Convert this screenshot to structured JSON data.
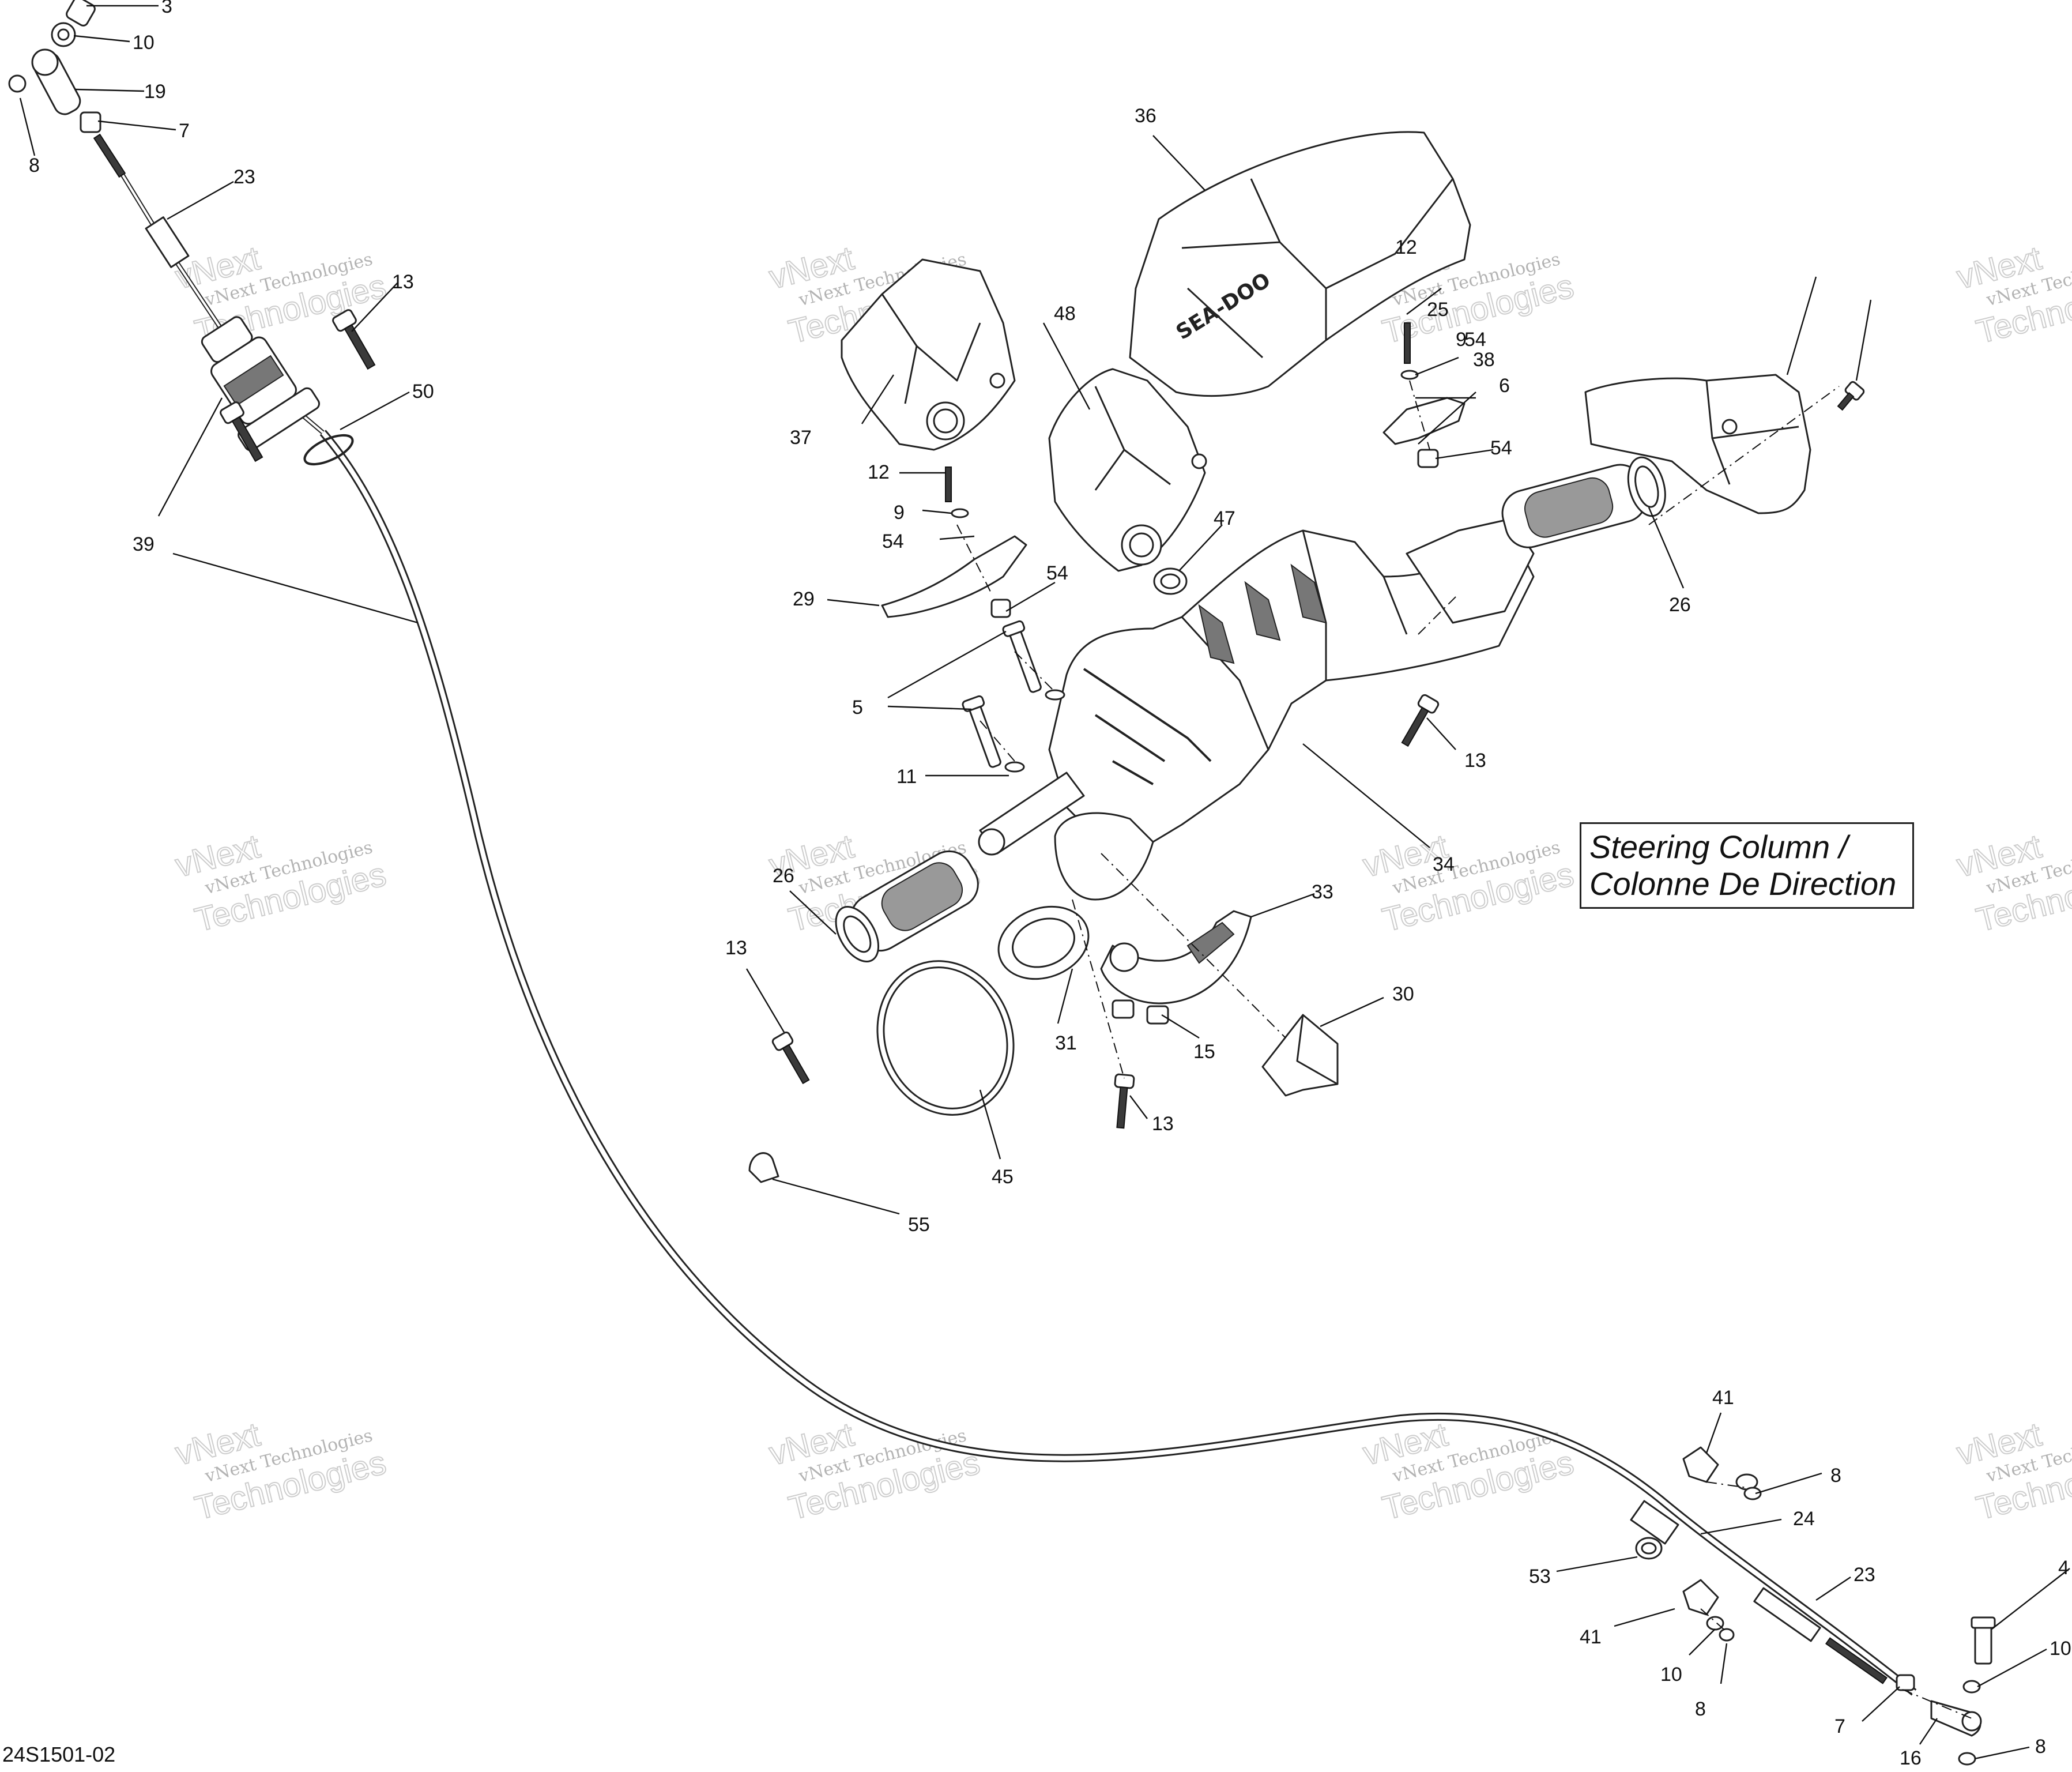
{
  "title": {
    "line1": "Steering Column /",
    "line2": "Colonne De Direction"
  },
  "doc_code": "24S1501-02",
  "watermarks": [
    {
      "small": "vNext Technologies",
      "big": "Technologies",
      "top": "vNext"
    }
  ],
  "brand_mark": "SEA-DOO",
  "callouts": [
    "3",
    "10",
    "19",
    "7",
    "8",
    "23",
    "13",
    "50",
    "39",
    "36",
    "37",
    "48",
    "12",
    "9",
    "54",
    "25",
    "54",
    "38",
    "6",
    "12",
    "9",
    "54",
    "29",
    "54",
    "47",
    "26",
    "5",
    "13",
    "11",
    "34",
    "26",
    "33",
    "13",
    "31",
    "15",
    "30",
    "13",
    "45",
    "55",
    "41",
    "8",
    "24",
    "53",
    "23",
    "41",
    "10",
    "8",
    "7",
    "16",
    "10",
    "8",
    "4"
  ]
}
